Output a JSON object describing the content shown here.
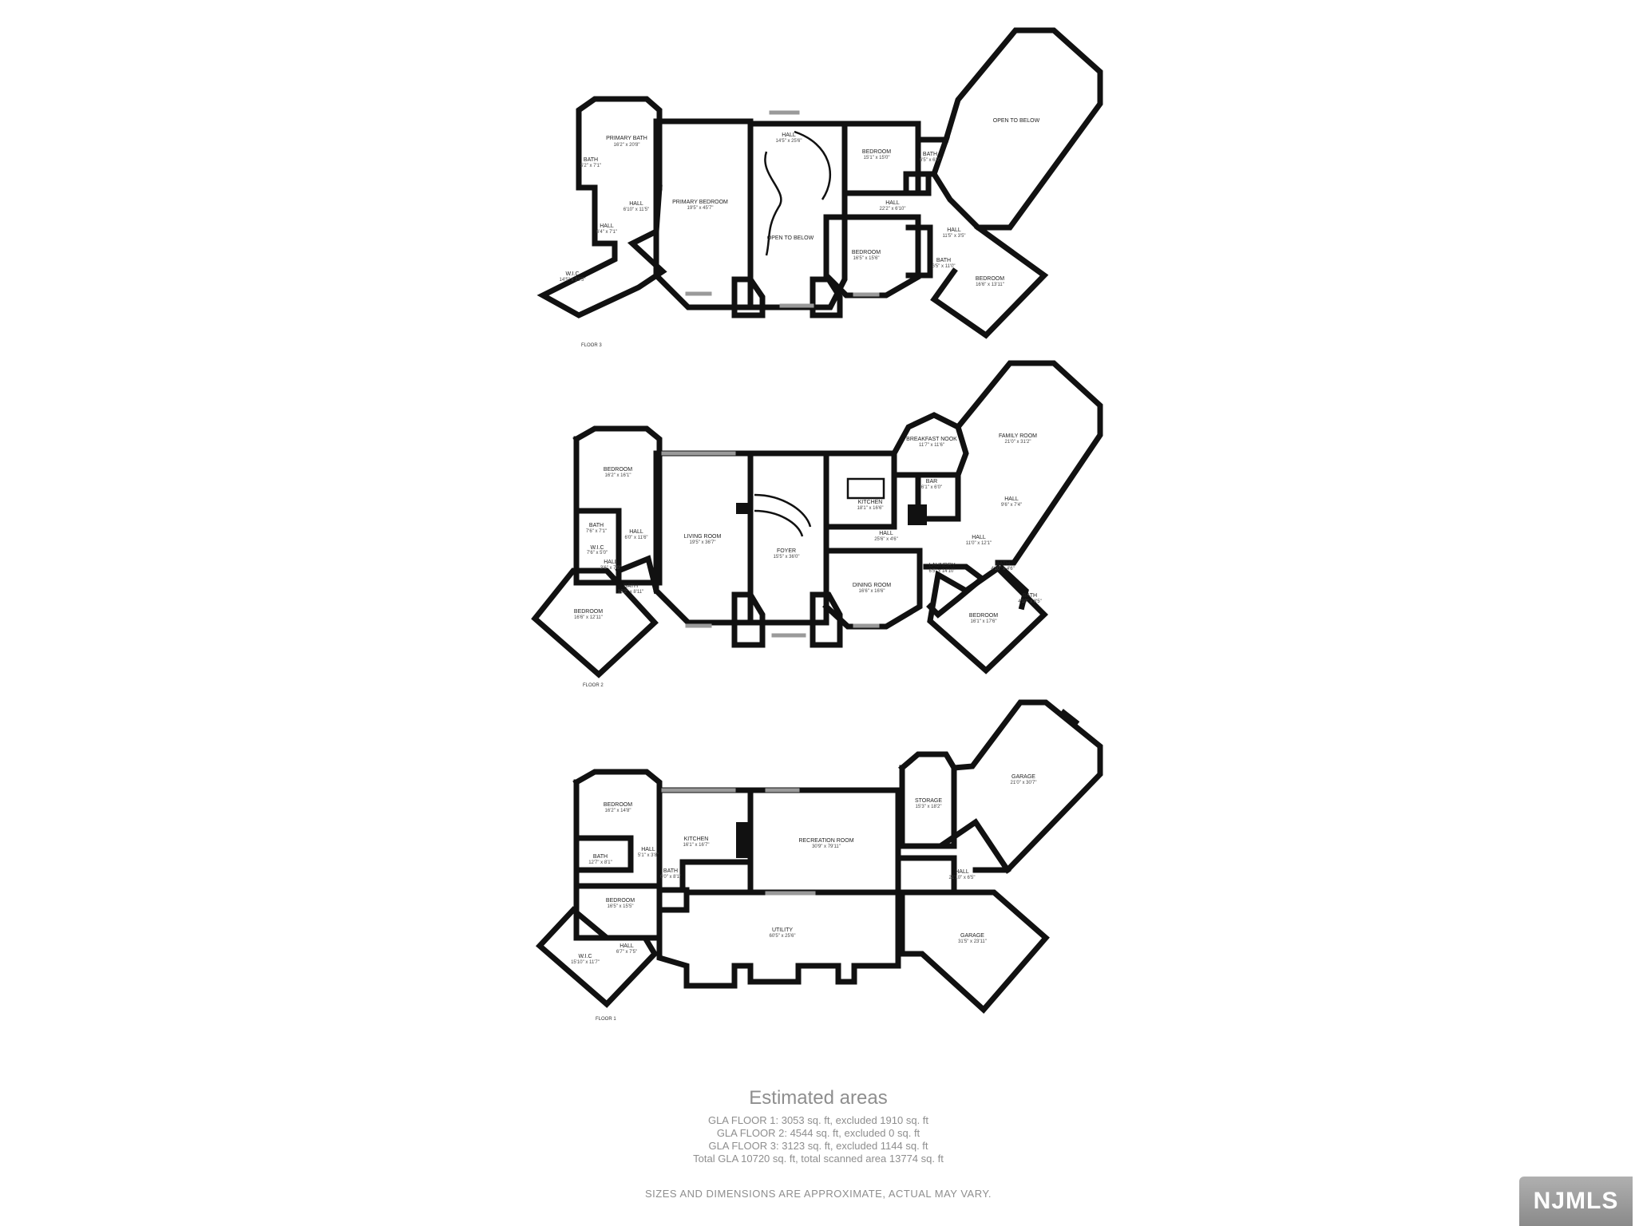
{
  "floors": [
    {
      "label": "FLOOR 3",
      "rooms": [
        {
          "name": "PRIMARY BATH",
          "dims": "16'2\" x 20'8\""
        },
        {
          "name": "BATH",
          "dims": "5'2\" x 7'1\""
        },
        {
          "name": "HALL",
          "dims": "6'10\" x 11'5\""
        },
        {
          "name": "HALL",
          "dims": "6'4\" x 7'1\""
        },
        {
          "name": "W.I.C",
          "dims": "14'5\" x 22'5\""
        },
        {
          "name": "PRIMARY BEDROOM",
          "dims": "19'5\" x 45'7\""
        },
        {
          "name": "HALL",
          "dims": "14'5\" x 25'6\""
        },
        {
          "name": "OPEN TO BELOW",
          "dims": ""
        },
        {
          "name": "BEDROOM",
          "dims": "15'1\" x 15'0\""
        },
        {
          "name": "BATH",
          "dims": "6'5\" x 6'0\""
        },
        {
          "name": "HALL",
          "dims": "22'2\" x 6'10\""
        },
        {
          "name": "BEDROOM",
          "dims": "16'5\" x 15'6\""
        },
        {
          "name": "HALL",
          "dims": "11'5\" x 3'5\""
        },
        {
          "name": "BATH",
          "dims": "6'5\" x 11'0\""
        },
        {
          "name": "BEDROOM",
          "dims": "16'6\" x 13'11\""
        },
        {
          "name": "OPEN TO BELOW",
          "dims": ""
        }
      ]
    },
    {
      "label": "FLOOR 2",
      "rooms": [
        {
          "name": "BEDROOM",
          "dims": "16'2\" x 16'1\""
        },
        {
          "name": "BATH",
          "dims": "7'6\" x 7'1\""
        },
        {
          "name": "HALL",
          "dims": "6'0\" x 11'6\""
        },
        {
          "name": "W.I.C",
          "dims": "7'6\" x 5'0\""
        },
        {
          "name": "HALL",
          "dims": "3'6\" x 7'0\""
        },
        {
          "name": "BATH",
          "dims": "10'2\" x 8'11\""
        },
        {
          "name": "BEDROOM",
          "dims": "16'6\" x 12'11\""
        },
        {
          "name": "LIVING ROOM",
          "dims": "19'5\" x 36'7\""
        },
        {
          "name": "FOYER",
          "dims": "15'5\" x 36'0\""
        },
        {
          "name": "KITCHEN",
          "dims": "18'1\" x 16'6\""
        },
        {
          "name": "BREAKFAST NOOK",
          "dims": "11'7\" x 11'6\""
        },
        {
          "name": "BAR",
          "dims": "6'1\" x 6'0\""
        },
        {
          "name": "HALL",
          "dims": "25'6\" x 4'6\""
        },
        {
          "name": "DINING ROOM",
          "dims": "16'6\" x 16'6\""
        },
        {
          "name": "FAMILY ROOM",
          "dims": "21'0\" x 31'2\""
        },
        {
          "name": "HALL",
          "dims": "9'6\" x 7'4\""
        },
        {
          "name": "HALL",
          "dims": "11'0\" x 12'1\""
        },
        {
          "name": "LAUNDRY",
          "dims": "6'5\" x 14'10\""
        },
        {
          "name": "BATH",
          "dims": "4'10\" x 4'6\""
        },
        {
          "name": "BATH",
          "dims": "4'10\" x 8'5\""
        },
        {
          "name": "BEDROOM",
          "dims": "16'1\" x 17'6\""
        }
      ]
    },
    {
      "label": "FLOOR 1",
      "rooms": [
        {
          "name": "BEDROOM",
          "dims": "16'2\" x 14'8\""
        },
        {
          "name": "BATH",
          "dims": "12'7\" x 8'1\""
        },
        {
          "name": "HALL",
          "dims": "5'1\" x 3'8\""
        },
        {
          "name": "KITCHEN",
          "dims": "16'1\" x 16'7\""
        },
        {
          "name": "BATH",
          "dims": "6'0\" x 8'1\""
        },
        {
          "name": "RECREATION ROOM",
          "dims": "30'9\" x 79'11\""
        },
        {
          "name": "BEDROOM",
          "dims": "16'5\" x 15'5\""
        },
        {
          "name": "HALL",
          "dims": "6'7\" x 7'5\""
        },
        {
          "name": "W.I.C",
          "dims": "15'10\" x 11'7\""
        },
        {
          "name": "UTILITY",
          "dims": "60'5\" x 25'6\""
        },
        {
          "name": "STORAGE",
          "dims": "15'3\" x 18'2\""
        },
        {
          "name": "GARAGE",
          "dims": "21'0\" x 30'7\""
        },
        {
          "name": "HALL",
          "dims": "21'10\" x 6'5\""
        },
        {
          "name": "GARAGE",
          "dims": "31'5\" x 23'11\""
        }
      ]
    }
  ],
  "areas": {
    "heading": "Estimated areas",
    "lines": [
      "GLA FLOOR 1: 3053 sq. ft, excluded 1910 sq. ft",
      "GLA FLOOR 2: 4544 sq. ft, excluded 0 sq. ft",
      "GLA FLOOR 3: 3123 sq. ft, excluded 1144 sq. ft",
      "Total GLA 10720 sq. ft, total scanned area 13774 sq. ft"
    ]
  },
  "disclaimer": "SIZES AND DIMENSIONS ARE APPROXIMATE, ACTUAL MAY VARY.",
  "logo": "NJMLS"
}
